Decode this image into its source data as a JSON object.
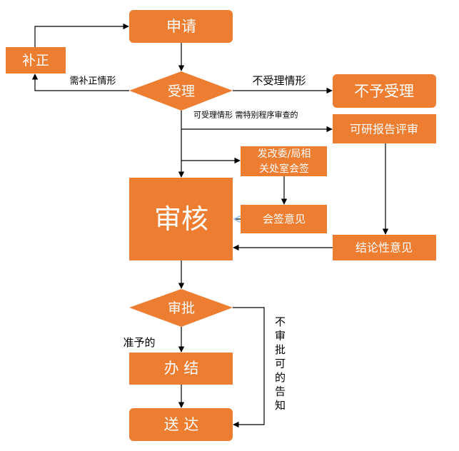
{
  "diagram": {
    "nodes": {
      "apply": "申请",
      "supplement": "补正",
      "accept": "受理",
      "reject": "不予受理",
      "feasibility_review": "可研报告评审",
      "countersign": [
        "发改委/局相",
        "关处室会签"
      ],
      "countersign_opinion": "会签意见",
      "review": "审核",
      "conclusion": "结论性意见",
      "approve": "审批",
      "complete": "办 结",
      "deliver": "送 达"
    },
    "edge_labels": {
      "need_supplement": "需补正情形",
      "not_accepted": "不受理情形",
      "accepted_special": "可受理情形 需特别程序审查的",
      "approved": "准予的",
      "not_approved_notice": "不审批可的告知"
    },
    "colors": {
      "node_fill": "#ED7D31",
      "node_text": "#FFFFFF",
      "edge": "#000000",
      "accent_arrow": "#9DC3E6"
    }
  }
}
